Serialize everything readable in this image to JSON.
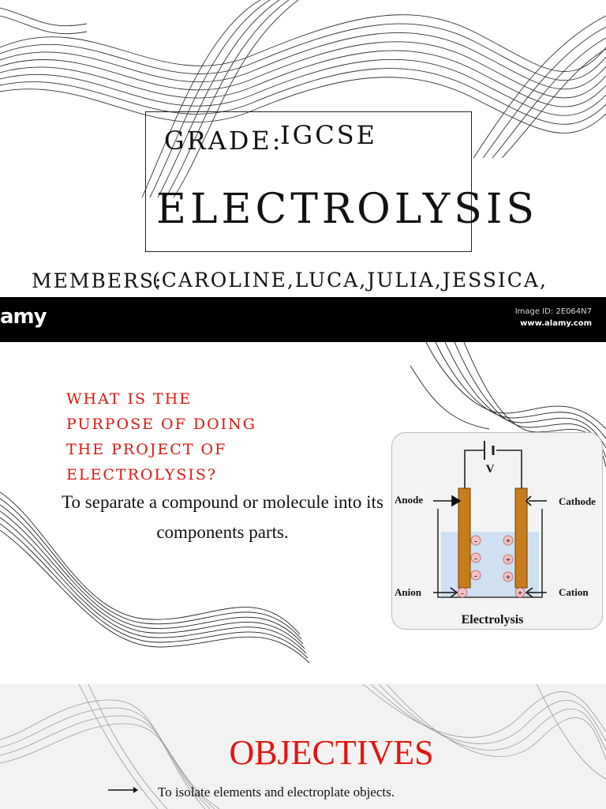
{
  "slide1": {
    "grade_label": "GRADE:",
    "grade_value": "IGCSE",
    "topic": "ELECTROLYSIS",
    "members_label": "MEMBERS:",
    "members_value": "(CAROLINE,LUCA,JULIA,JESSICA, STEVE)"
  },
  "watermark": {
    "brand": "amy",
    "image_id": "Image ID: 2E064N7",
    "url": "www.alamy.com"
  },
  "slide2": {
    "question": "WHAT IS THE PURPOSE OF DOING THE PROJECT OF ELECTROLYSIS?",
    "answer": "To separate a compound or molecule into its components parts.",
    "diagram": {
      "voltage": "V",
      "anode": "Anode",
      "cathode": "Cathode",
      "anion": "Anion",
      "cation": "Cation",
      "caption": "Electrolysis",
      "minus": "-",
      "plus": "+"
    }
  },
  "slide3": {
    "title": "OBJECTIVES",
    "item1": "To isolate elements and electroplate objects."
  },
  "colors": {
    "accent_red": "#e0160f",
    "electrode_brown": "#c77e1a",
    "electrolyte_blue": "#cfe0f3",
    "ion_pink": "#f4c2c2"
  }
}
